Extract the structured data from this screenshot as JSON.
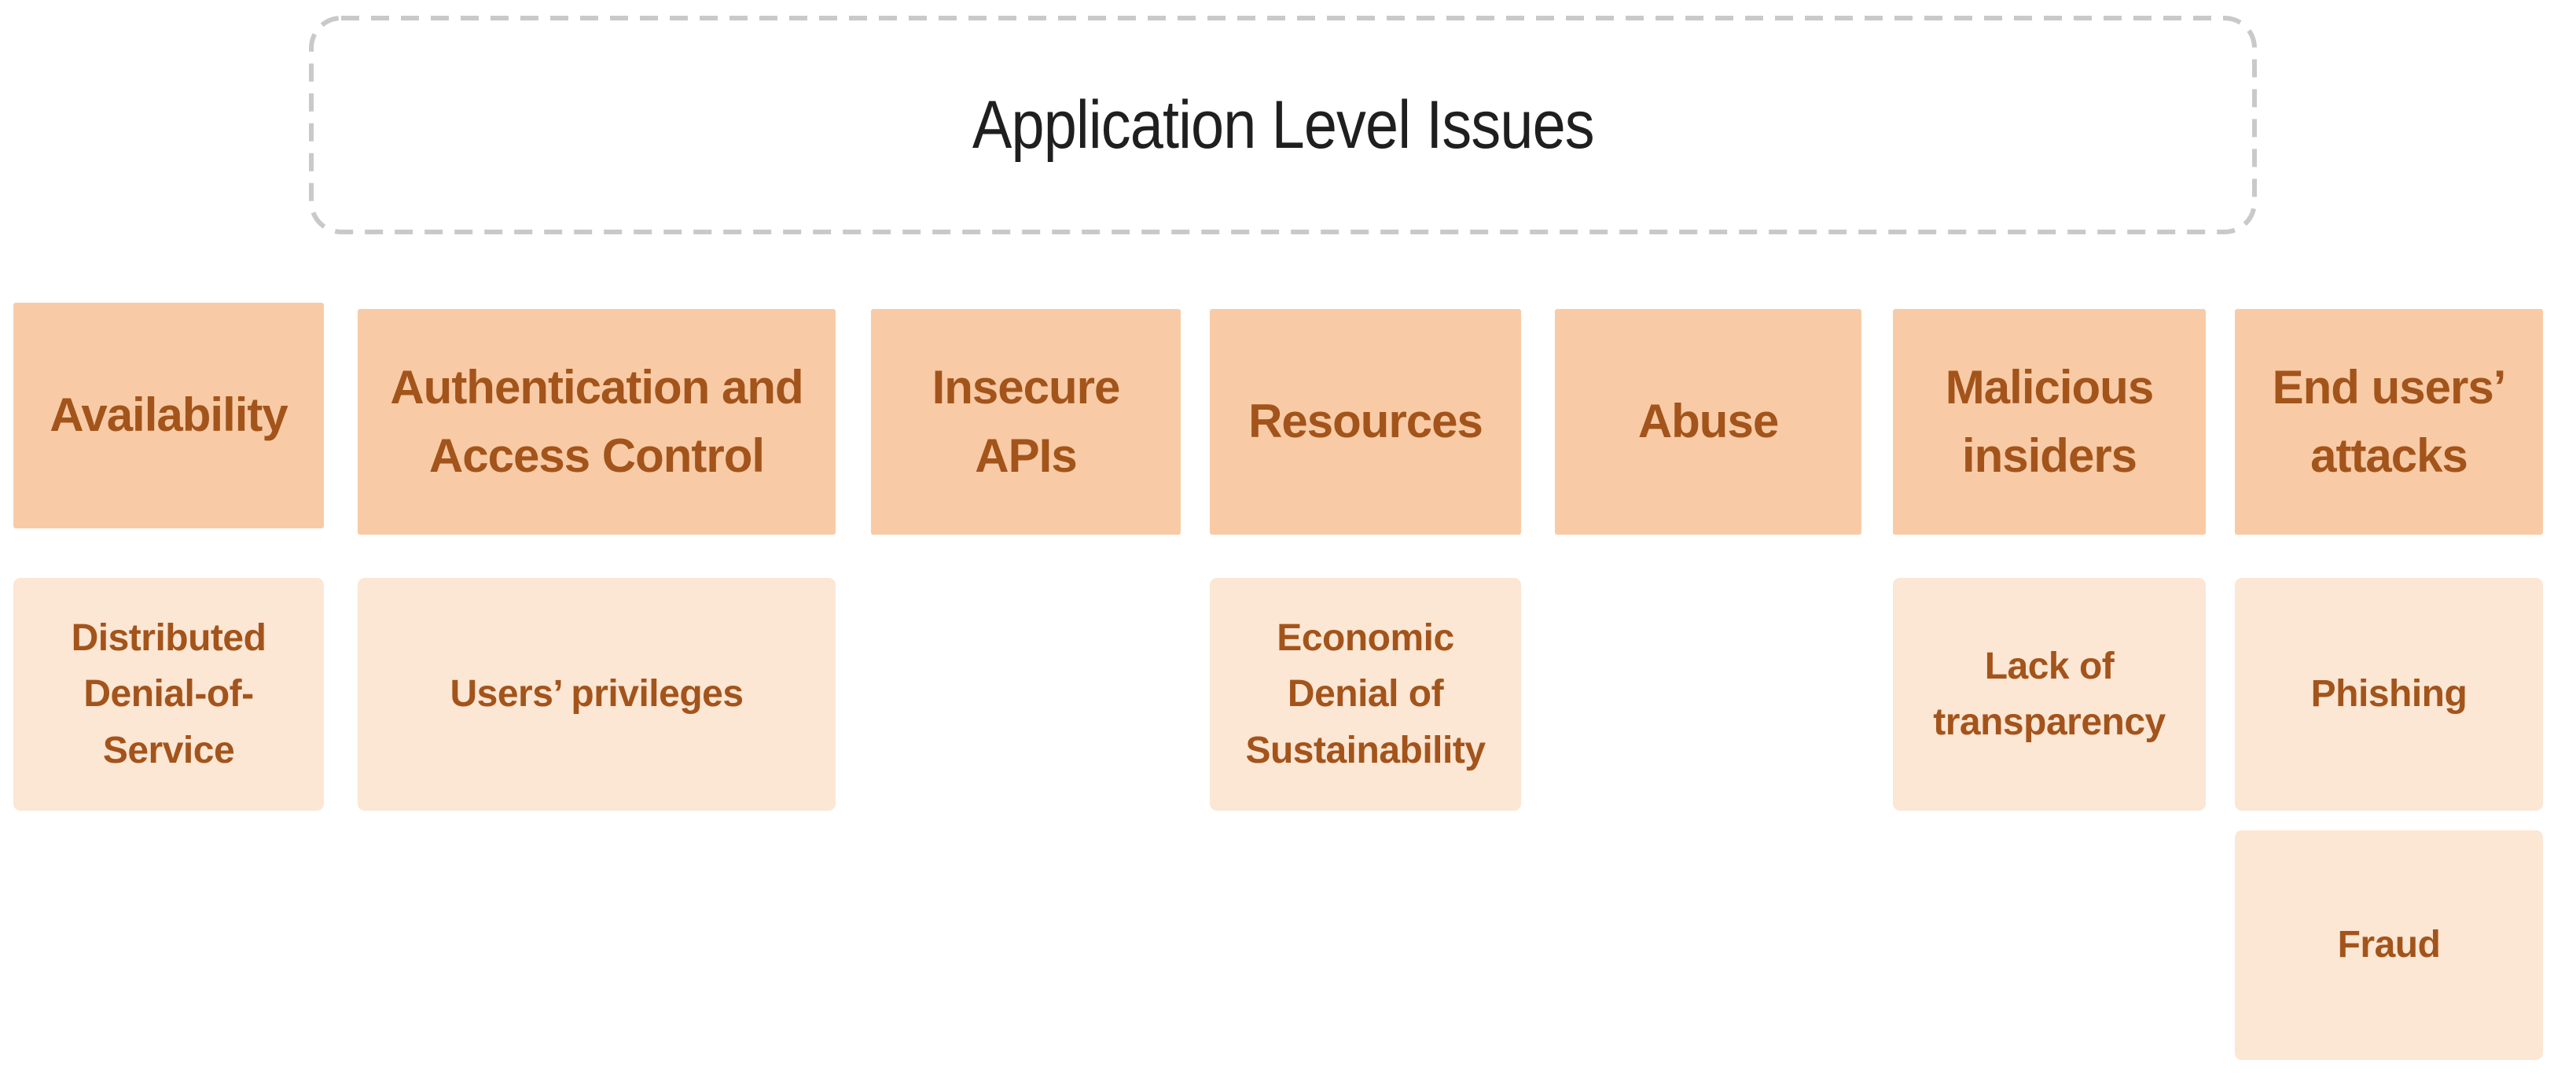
{
  "title": "Application Level Issues",
  "colors": {
    "header_fill": "#f8cba6",
    "sub_fill": "#fce6d4",
    "box_text": "#a3541b",
    "title_text": "#1f1f1f",
    "dashed_border": "#c9c9c9",
    "background": "#ffffff"
  },
  "columns": [
    {
      "header": "Availability",
      "sub": "Distributed Denial-of-Service"
    },
    {
      "header": "Authentication and Access Control",
      "sub": "Users’ privileges"
    },
    {
      "header": "Insecure APIs"
    },
    {
      "header": "Resources",
      "sub": "Economic Denial of Sustainability"
    },
    {
      "header": "Abuse"
    },
    {
      "header": "Malicious insiders",
      "sub": "Lack of transparency"
    },
    {
      "header": "End users’ attacks",
      "sub": "Phishing",
      "sub2": "Fraud"
    }
  ]
}
